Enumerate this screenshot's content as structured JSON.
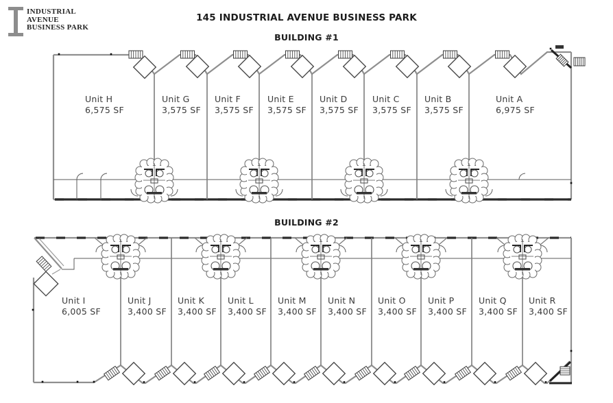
{
  "logo": {
    "line1": "INDUSTRIAL",
    "line2": "AVENUE",
    "line3": "BUSINESS PARK"
  },
  "header": {
    "title": "145 INDUSTRIAL AVENUE BUSINESS PARK"
  },
  "building1": {
    "label": "BUILDING #1",
    "units": [
      {
        "name": "Unit H",
        "area": "6,575 SF"
      },
      {
        "name": "Unit G",
        "area": "3,575 SF"
      },
      {
        "name": "Unit F",
        "area": "3,575 SF"
      },
      {
        "name": "Unit E",
        "area": "3,575 SF"
      },
      {
        "name": "Unit D",
        "area": "3,575 SF"
      },
      {
        "name": "Unit C",
        "area": "3,575 SF"
      },
      {
        "name": "Unit B",
        "area": "3,575 SF"
      },
      {
        "name": "Unit A",
        "area": "6,975 SF"
      }
    ]
  },
  "building2": {
    "label": "BUILDING #2",
    "units": [
      {
        "name": "Unit I",
        "area": "6,005 SF"
      },
      {
        "name": "Unit J",
        "area": "3,400 SF"
      },
      {
        "name": "Unit K",
        "area": "3,400 SF"
      },
      {
        "name": "Unit L",
        "area": "3,400 SF"
      },
      {
        "name": "Unit M",
        "area": "3,400 SF"
      },
      {
        "name": "Unit N",
        "area": "3,400 SF"
      },
      {
        "name": "Unit O",
        "area": "3,400 SF"
      },
      {
        "name": "Unit P",
        "area": "3,400 SF"
      },
      {
        "name": "Unit Q",
        "area": "3,400 SF"
      },
      {
        "name": "Unit R",
        "area": "3,400 SF"
      }
    ]
  },
  "colors": {
    "wall": "#8f8f8f",
    "dark": "#222222",
    "text": "#3a3a3a",
    "logo_gray": "#8d8d8d"
  }
}
